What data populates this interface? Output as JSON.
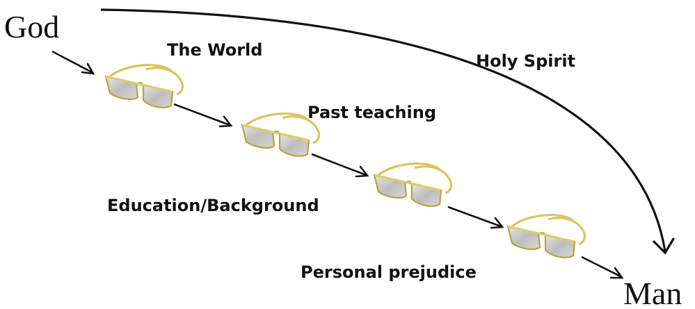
{
  "source_label": "God",
  "target_label": "Man",
  "direct_path_label": "Holy Spirit",
  "lens_labels": [
    "The World",
    "Past teaching",
    "Education/Background",
    "Personal prejudice"
  ],
  "icons": {
    "lens": "sunglasses-icon",
    "connector": "arrow-icon"
  },
  "colors": {
    "ink": "#111111",
    "frame": "#d9c45a",
    "frame_dark": "#a89232",
    "lens": "#c9c9c9"
  }
}
